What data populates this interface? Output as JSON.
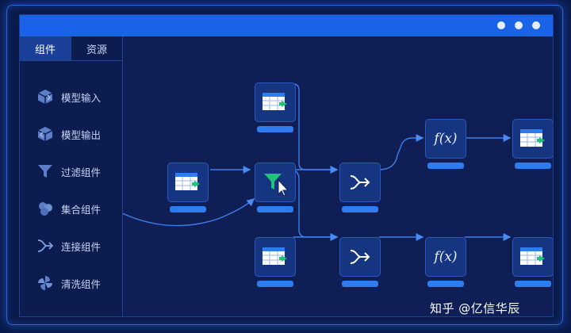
{
  "sidebar": {
    "tabs": [
      {
        "label": "组件",
        "active": true
      },
      {
        "label": "资源",
        "active": false
      }
    ],
    "items": [
      {
        "label": "模型输入",
        "icon": "cube-input-icon"
      },
      {
        "label": "模型输出",
        "icon": "cube-output-icon"
      },
      {
        "label": "过滤组件",
        "icon": "filter-icon"
      },
      {
        "label": "集合组件",
        "icon": "collection-icon"
      },
      {
        "label": "连接组件",
        "icon": "merge-arrow-icon"
      },
      {
        "label": "清洗组件",
        "icon": "pinwheel-icon"
      }
    ]
  },
  "canvas": {
    "nodes": [
      {
        "id": "table-input-top",
        "type": "table"
      },
      {
        "id": "table-input-left",
        "type": "table"
      },
      {
        "id": "filter-node",
        "type": "filter"
      },
      {
        "id": "table-input-bottom",
        "type": "table"
      },
      {
        "id": "join-node-top",
        "type": "join"
      },
      {
        "id": "join-node-bottom",
        "type": "join"
      },
      {
        "id": "function-node-top",
        "type": "function",
        "label": "f(x)"
      },
      {
        "id": "function-node-bottom",
        "type": "function",
        "label": "f(x)"
      },
      {
        "id": "table-output-top",
        "type": "table"
      },
      {
        "id": "table-output-bottom",
        "type": "table"
      }
    ]
  },
  "watermark": "知乎 @亿信华辰",
  "colors": {
    "background": "#0a1a4a",
    "titlebar": "#1a63e8",
    "node": "#163580",
    "accent_green": "#21c27a",
    "connector": "#4a8cf5"
  }
}
